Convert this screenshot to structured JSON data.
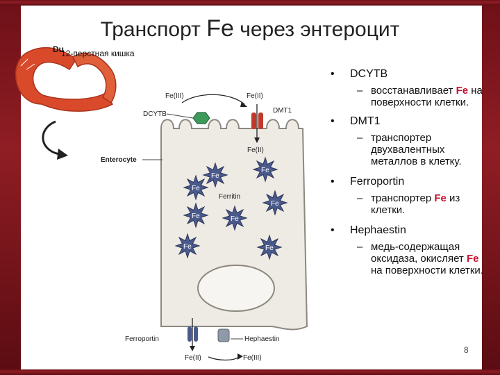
{
  "title": {
    "prefix": "Транспорт ",
    "fe": "Fe",
    "suffix": " через энтероцит"
  },
  "figure": {
    "du_label": "Du",
    "duodenum_label": "12-перстная кишка",
    "enterocyte_label": "Enterocyte",
    "fe3_label": "Fe(III)",
    "fe2_top_label": "Fe(II)",
    "dcytb_label": "DCYTB",
    "dmt1_label": "DMT1",
    "fe2_inside_label": "Fe(II)",
    "ferritin_label": "Ferritin",
    "fe_star_label": "Fe",
    "ferroportin_label": "Ferroportin",
    "hephaestin_label": "Hephaestin",
    "fe2_out_label": "Fe(II)",
    "fe3_out_label": "Fe(III)",
    "colors": {
      "duodenum": "#d94a2a",
      "star": "#4a5a8c",
      "dcytb": "#3e9a5a",
      "dmt1": "#c0392b",
      "cell": "#eeeae4",
      "frame": "#7a1219"
    }
  },
  "bullets": [
    {
      "title": "DCYTB",
      "desc_pre": "восстанавливает ",
      "desc_fe": "Fe",
      "desc_post": " на поверхности клетки."
    },
    {
      "title": "DMT1",
      "desc_pre": "транспортер двухвалентных металлов в клетку.",
      "desc_fe": "",
      "desc_post": ""
    },
    {
      "title": "Ferroportin",
      "desc_pre": "транспортер ",
      "desc_fe": "Fe",
      "desc_post": " из клетки."
    },
    {
      "title": "Hephaestin",
      "desc_pre": "медь-содержащая оксидаза, окисляет ",
      "desc_fe": "Fe",
      "desc_post": " на поверхности клетки."
    }
  ],
  "page_number": "8"
}
